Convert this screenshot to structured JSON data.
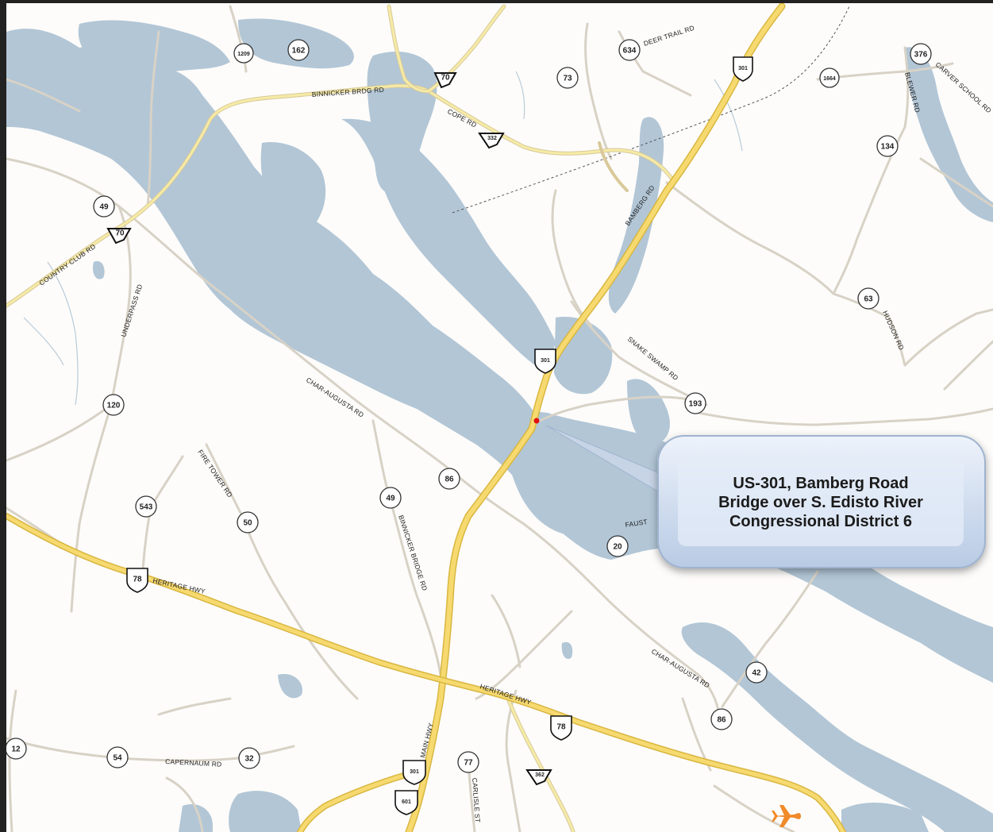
{
  "callout": {
    "line1": "US-301, Bamberg Road",
    "line2": "Bridge over S. Edisto River",
    "line3": "Congressional District 6"
  },
  "road_labels": {
    "binnicker_brdg_rd": "BINNICKER BRDG RD",
    "cope_rd": "COPE RD",
    "deer_trail_rd": "DEER TRAIL RD",
    "blewer_rd": "BLEWER RD",
    "carver_school_rd": "CARVER SCHOOL RD",
    "country_club_rd": "COUNTRY CLUB RD",
    "underpass_rd": "UNDERPASS RD",
    "bamberg_rd": "BAMBERG RD",
    "snake_swamp_rd": "SNAKE SWAMP RD",
    "hudson_rd": "HUDSON RD",
    "char_augusta_rd_1": "CHAR-AUGUSTA RD",
    "char_augusta_rd_2": "CHAR-AUGUSTA RD",
    "fire_tower_rd": "FIRE TOWER RD",
    "binnicker_bridge_rd": "BINNICKER BRIDGE RD",
    "heritage_hwy_1": "HERITAGE HWY",
    "heritage_hwy_2": "HERITAGE HWY",
    "faust": "FAUST",
    "main_hwy": "MAIN HWY",
    "carlisle_st": "CARLISLE ST",
    "capernaum_rd": "CAPERNAUM RD"
  },
  "route_markers": {
    "r1209": "1209",
    "r162": "162",
    "r70a": "70",
    "r73": "73",
    "r634": "634",
    "r301a": "301",
    "r1664": "1664",
    "r376": "376",
    "r332": "332",
    "r134": "134",
    "r49a": "49",
    "r70b": "70",
    "r63": "63",
    "r301b": "301",
    "r193": "193",
    "r120": "120",
    "r86a": "86",
    "r49b": "49",
    "r543": "543",
    "r50": "50",
    "r20": "20",
    "r78a": "78",
    "r42": "42",
    "r78b": "78",
    "r86b": "86",
    "r12": "12",
    "r54": "54",
    "r32": "32",
    "r77": "77",
    "r301c": "301",
    "r362": "362",
    "r601": "601"
  },
  "colors": {
    "water": "#b2c6d6",
    "highway": "#f4d56a",
    "highway_edge": "#d9b640",
    "road": "#d8d2c6",
    "bridge_point": "#e01010",
    "airport": "#f08a2a"
  },
  "icons": {
    "airport": "airplane-icon",
    "bridge": "bridge-location-icon"
  }
}
